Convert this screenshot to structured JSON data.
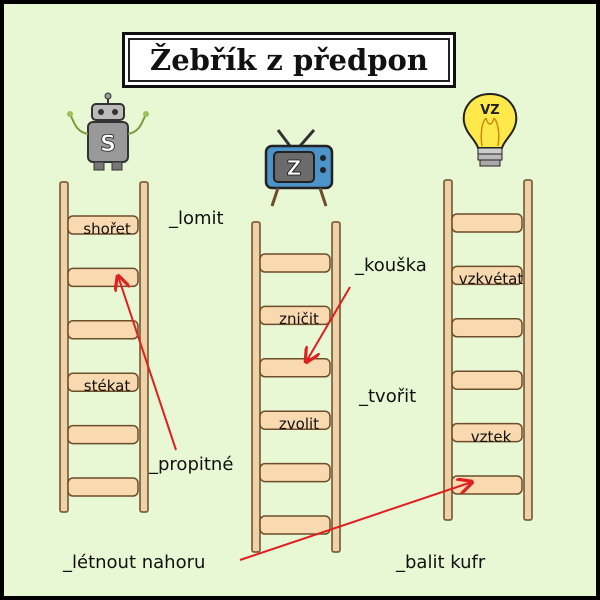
{
  "title": "Žebřík z předpon",
  "icons": [
    {
      "name": "robot-icon",
      "letter": "S"
    },
    {
      "name": "tv-icon",
      "letter": "Z"
    },
    {
      "name": "lightbulb-icon",
      "letter": "VZ"
    }
  ],
  "ladders": [
    {
      "prefix": "S",
      "rungs": [
        "shořet",
        "",
        "",
        "stékat",
        "",
        ""
      ]
    },
    {
      "prefix": "Z",
      "rungs": [
        "",
        "zničit",
        "",
        "zvolit",
        "",
        ""
      ]
    },
    {
      "prefix": "VZ",
      "rungs": [
        "",
        "vzkvétat",
        "",
        "",
        "vztek",
        ""
      ]
    }
  ],
  "words": [
    "_lomit",
    "_kouška",
    "_tvořit",
    "_propitné",
    "_létnout nahoru",
    "_balit kufr"
  ],
  "colors": {
    "background": "#e8f7d4",
    "rail": "#efd2a7",
    "rung": "#f8d9b0",
    "outline": "#6b4e2a",
    "arrow": "#e02020"
  }
}
